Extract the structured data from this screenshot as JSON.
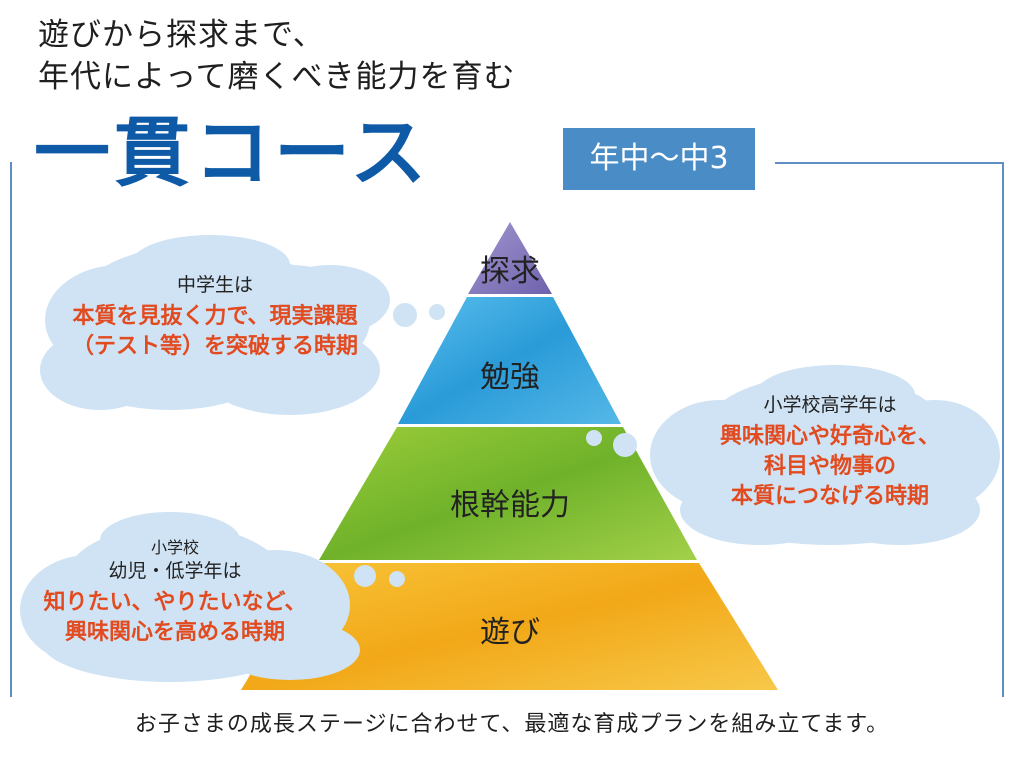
{
  "header": {
    "line1": "遊びから探求まで、",
    "line2": "年代によって磨くべき能力を育む",
    "title": "一貫コース",
    "badge": "年中〜中3"
  },
  "pyramid": {
    "layers": [
      {
        "label": "探求",
        "color": "#8a7fbf"
      },
      {
        "label": "勉強",
        "color": "#36a8e0"
      },
      {
        "label": "根幹能力",
        "color": "#7fbf2a"
      },
      {
        "label": "遊び",
        "color": "#f3b21c"
      }
    ]
  },
  "clouds": {
    "middle_school": {
      "head": "中学生は",
      "line1": "本質を見抜く力で、現実課題",
      "line2": "（テスト等）を突破する時期"
    },
    "upper_elementary": {
      "head": "小学校高学年は",
      "line1": "興味関心や好奇心を、",
      "line2": "科目や物事の",
      "line3": "本質につなげる時期"
    },
    "early": {
      "head_small": "小学校",
      "head": "幼児・低学年は",
      "line1": "知りたい、やりたいなど、",
      "line2": "興味関心を高める時期"
    }
  },
  "footer": "お子さまの成長ステージに合わせて、最適な育成プランを組み立てます。",
  "colors": {
    "title_blue": "#0e5aa7",
    "badge_blue": "#4a8cc6",
    "accent_red": "#e24a1f",
    "cloud": "#cfe3f4"
  }
}
